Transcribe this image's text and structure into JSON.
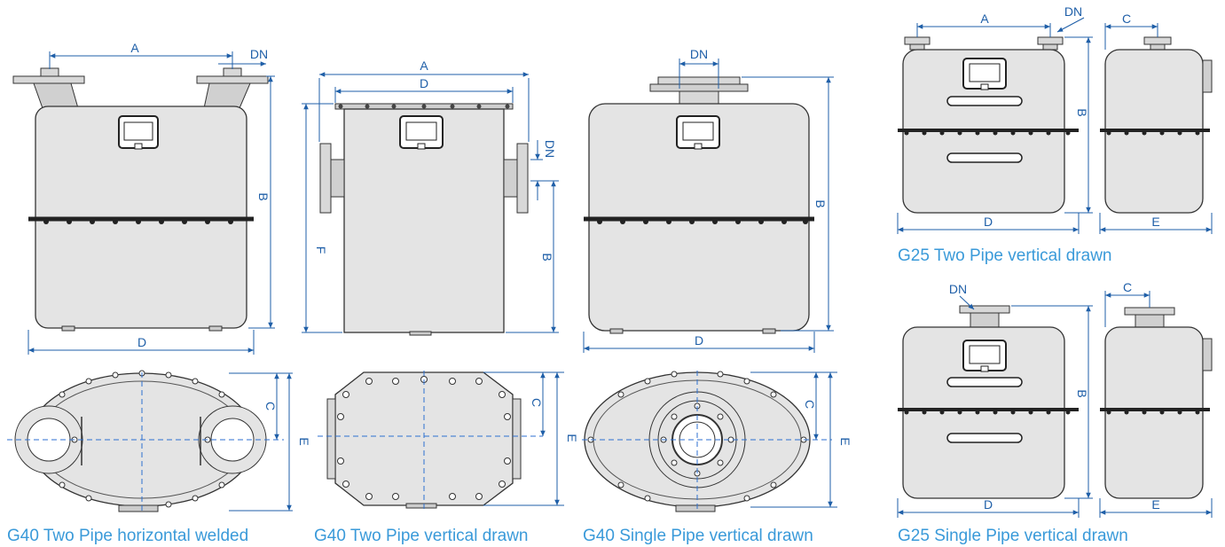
{
  "colors": {
    "dimension": "#1f5fa8",
    "caption": "#3a9ad9",
    "body_fill": "#e4e4e4",
    "outline": "#333333",
    "centerline": "#2c6fd0"
  },
  "captions": {
    "g40_horizontal": "G40 Two Pipe horizontal welded",
    "g40_two_vertical": "G40 Two Pipe vertical drawn",
    "g40_single_vertical": "G40 Single Pipe vertical drawn",
    "g25_two_vertical": "G25 Two Pipe vertical drawn",
    "g25_single_vertical": "G25 Single Pipe vertical drawn"
  },
  "labels": {
    "a": "A",
    "b": "B",
    "c": "C",
    "d": "D",
    "e": "E",
    "f": "F",
    "dn": "DN"
  }
}
